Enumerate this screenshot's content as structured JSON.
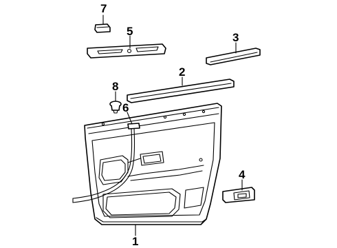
{
  "diagram": {
    "callouts": [
      {
        "id": "1",
        "label": "1"
      },
      {
        "id": "2",
        "label": "2"
      },
      {
        "id": "3",
        "label": "3"
      },
      {
        "id": "4",
        "label": "4"
      },
      {
        "id": "5",
        "label": "5"
      },
      {
        "id": "6",
        "label": "6"
      },
      {
        "id": "7",
        "label": "7"
      },
      {
        "id": "8",
        "label": "8"
      }
    ],
    "line_color": "#000000",
    "background": "#ffffff"
  }
}
